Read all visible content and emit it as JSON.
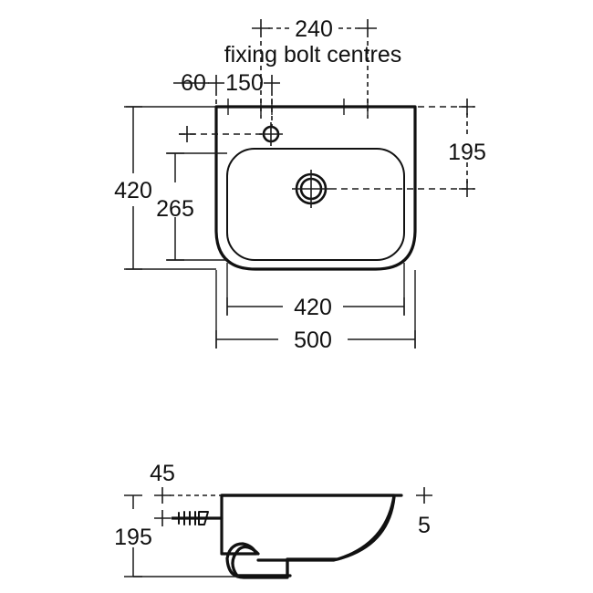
{
  "drawing": {
    "title": "wash-basin-dimension-drawing",
    "units": "mm",
    "line_color": "#111111",
    "dimension_color": "#1a1a1a",
    "background": "#ffffff"
  },
  "plan_view": {
    "name": "plan-view",
    "annotation_top": {
      "bolt_centres_value": "240",
      "bolt_centres_label": "fixing bolt centres"
    },
    "dimensions": {
      "offset_60": "60",
      "offset_150": "150",
      "height_420": "420",
      "bowl_depth_265": "265",
      "right_195": "195",
      "bowl_width_420": "420",
      "overall_width_500": "500"
    }
  },
  "side_view": {
    "name": "side-elevation-view",
    "dimensions": {
      "bolt_offset_45": "45",
      "height_195": "195",
      "rim_thickness_5": "5"
    }
  }
}
